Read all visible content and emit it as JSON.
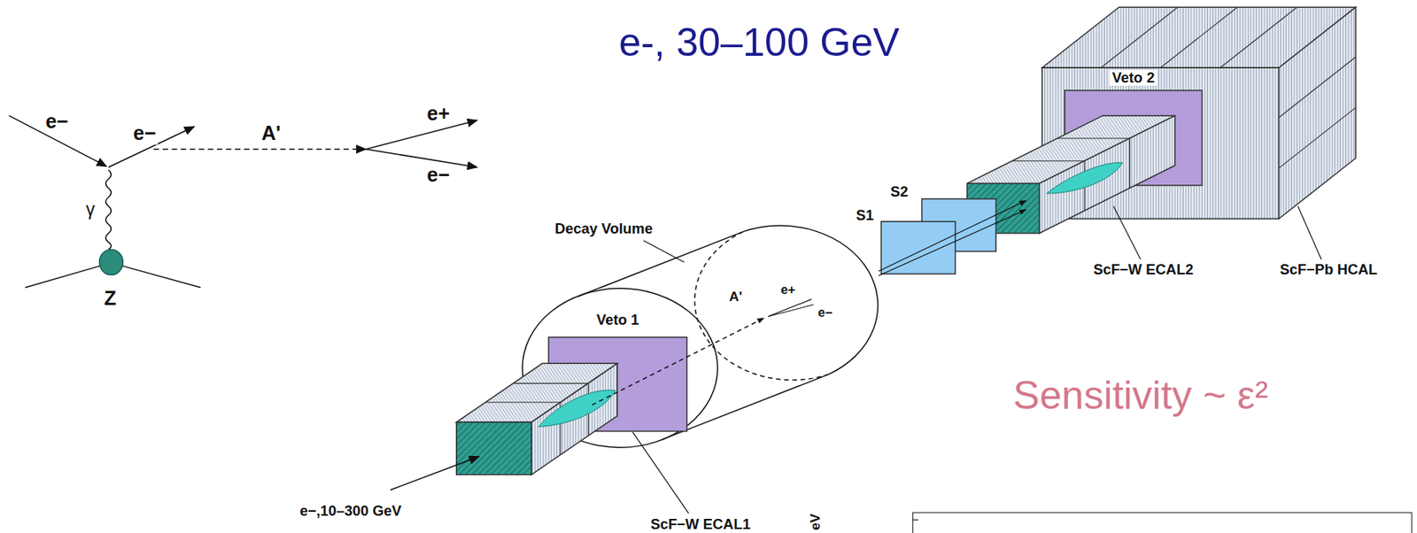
{
  "diagram": {
    "title": "e-, 30–100 GeV",
    "nodes": [
      {
        "text": [
          "Veto 1"
        ]
      },
      {
        "text": [
          "Veto 2"
        ]
      }
    ],
    "labels": [
      "e−",
      "e−",
      "A'",
      "e+",
      "e−",
      "γ",
      "Z",
      "Decay Volume",
      "A'",
      "e+",
      "e−",
      "e−,10–300 GeV",
      "ScF−W ECAL1",
      "S1",
      "S2",
      "ScF−W ECAL2",
      "ScF−Pb HCAL",
      "Sensitivity ~ ε²",
      "eV"
    ]
  }
}
